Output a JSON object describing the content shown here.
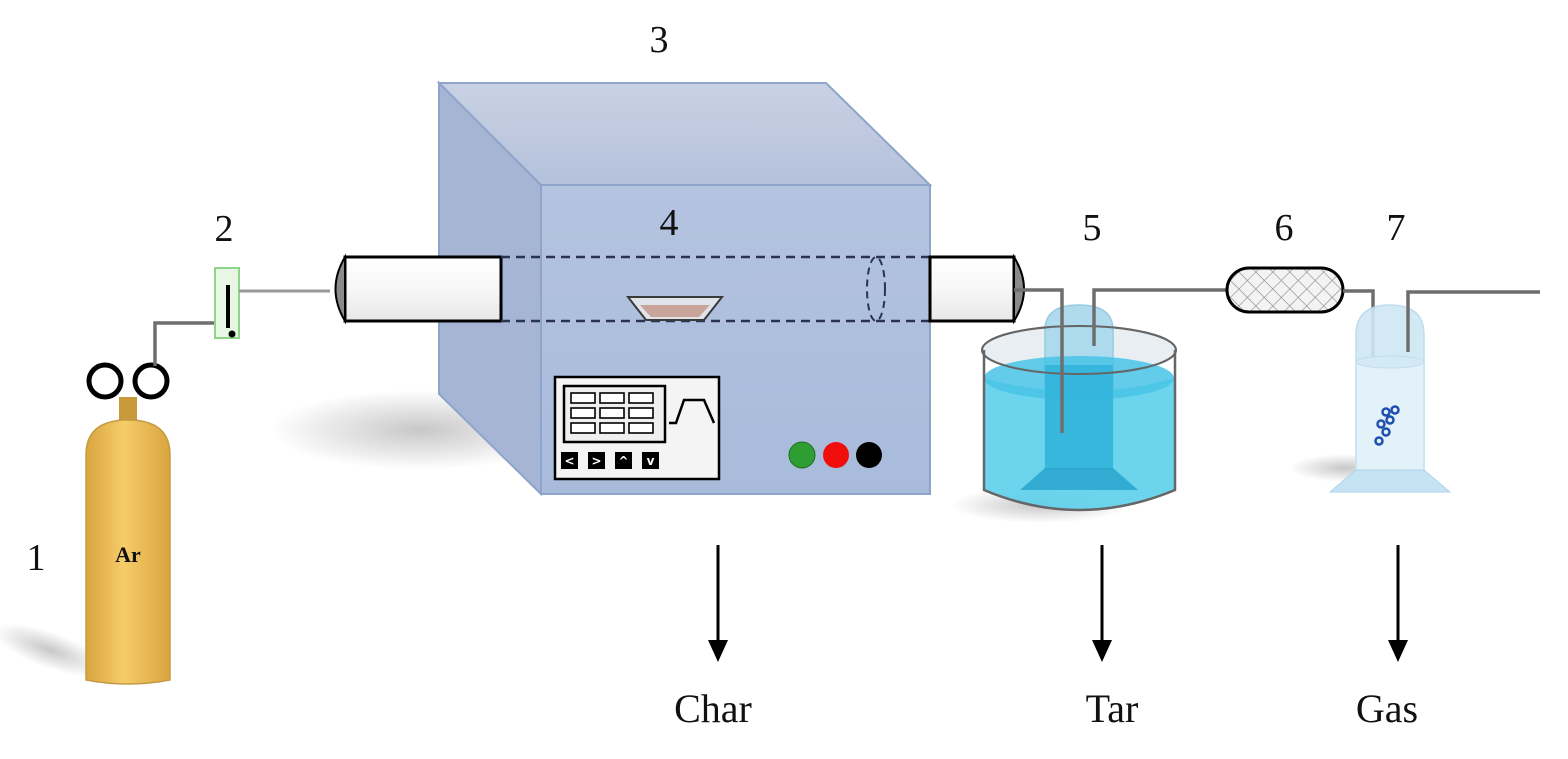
{
  "labels": {
    "n1": "1",
    "n2": "2",
    "n3": "3",
    "n4": "4",
    "n5": "5",
    "n6": "6",
    "n7": "7"
  },
  "cylinder_gas": "Ar",
  "outputs": {
    "char": "Char",
    "tar": "Tar",
    "gas": "Gas"
  },
  "controller_buttons": [
    "<",
    ">",
    "^",
    "v"
  ],
  "colors": {
    "cylinder": "#F2C257",
    "furnace": "#B7C6E0",
    "water": "#5FD0EC",
    "indicator_green": "#2E9E32",
    "indicator_red": "#F20D0D",
    "indicator_black": "#000000",
    "pipe": "#6E6E6E"
  }
}
